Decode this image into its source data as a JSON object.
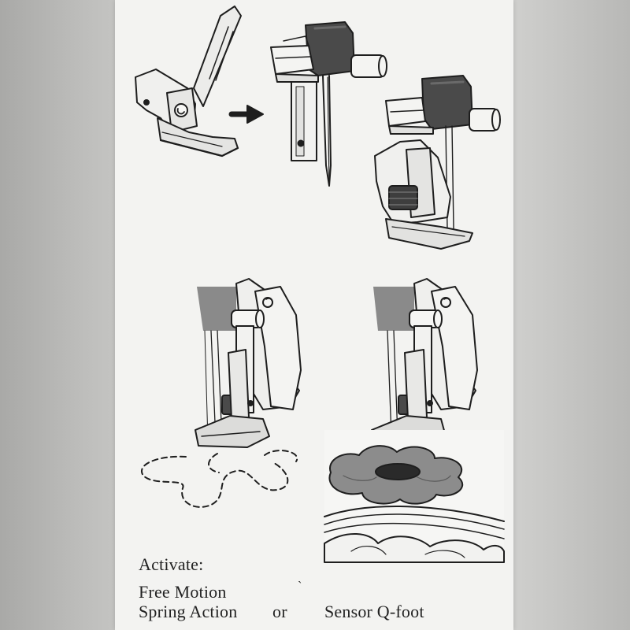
{
  "caption": {
    "heading": "Activate:",
    "option_a_line1": "Free Motion",
    "option_a_line2": "Spring Action",
    "connector": "or",
    "stray_mark": "`",
    "option_b": "Sensor Q-foot"
  },
  "colors": {
    "page": "#f3f3f1",
    "ink": "#1e1e1e",
    "dark_fill": "#4a4a4a",
    "mid_fill": "#8a8a8a",
    "light_fill": "#dcdcdc"
  },
  "illustrations": [
    "snap-on-foot-icon",
    "arrow-right-icon",
    "presser-bar-needle-icon",
    "attached-foot-icon",
    "spring-action-foot-icon",
    "stitch-path-icon",
    "sensor-q-foot-icon",
    "flower-applique-icon",
    "fabric-layers-icon"
  ]
}
